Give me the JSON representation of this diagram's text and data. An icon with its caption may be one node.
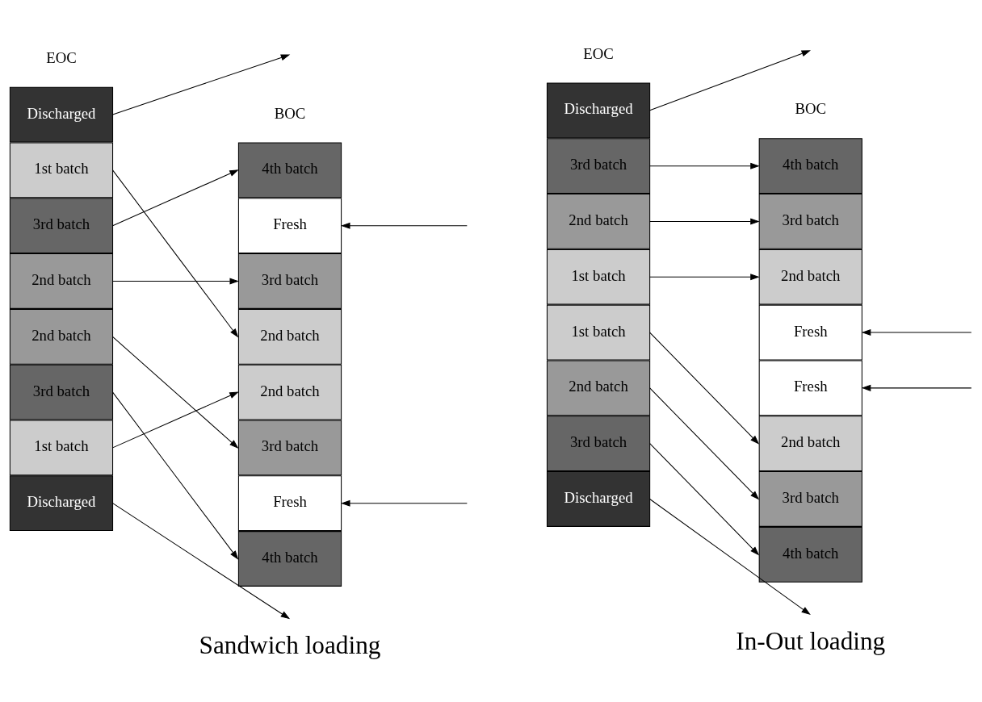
{
  "diagram": {
    "nodes": [
      {
        "text": [
          "Discharged"
        ]
      },
      {
        "text": [
          "1st batch"
        ]
      },
      {
        "text": [
          "3rd batch"
        ]
      },
      {
        "text": [
          "2nd batch"
        ]
      },
      {
        "text": [
          "2nd batch"
        ]
      },
      {
        "text": [
          "3rd batch"
        ]
      },
      {
        "text": [
          "1st batch"
        ]
      },
      {
        "text": [
          "Discharged"
        ]
      },
      {
        "text": [
          "4th batch"
        ]
      },
      {
        "text": [
          "Fresh"
        ]
      },
      {
        "text": [
          "3rd batch"
        ]
      },
      {
        "text": [
          "2nd batch"
        ]
      },
      {
        "text": [
          "2nd batch"
        ]
      },
      {
        "text": [
          "3rd batch"
        ]
      },
      {
        "text": [
          "Fresh"
        ]
      },
      {
        "text": [
          "4th batch"
        ]
      },
      {
        "text": [
          "Discharged"
        ]
      },
      {
        "text": [
          "3rd batch"
        ]
      },
      {
        "text": [
          "2nd batch"
        ]
      },
      {
        "text": [
          "1st batch"
        ]
      },
      {
        "text": [
          "1st batch"
        ]
      },
      {
        "text": [
          "2nd batch"
        ]
      },
      {
        "text": [
          "3rd batch"
        ]
      },
      {
        "text": [
          "Discharged"
        ]
      },
      {
        "text": [
          "4th batch"
        ]
      },
      {
        "text": [
          "3rd batch"
        ]
      },
      {
        "text": [
          "2nd batch"
        ]
      },
      {
        "text": [
          "Fresh"
        ]
      },
      {
        "text": [
          "Fresh"
        ]
      },
      {
        "text": [
          "2nd batch"
        ]
      },
      {
        "text": [
          "3rd batch"
        ]
      },
      {
        "text": [
          "4th batch"
        ]
      }
    ],
    "edges": [
      {
        "from": 0,
        "to": null,
        "arrow": "to"
      },
      {
        "from": 1,
        "to": 11,
        "arrow": "to"
      },
      {
        "from": 2,
        "to": 8,
        "arrow": "to"
      },
      {
        "from": 3,
        "to": 10,
        "arrow": "to"
      },
      {
        "from": 4,
        "to": 13,
        "arrow": "to"
      },
      {
        "from": 5,
        "to": 15,
        "arrow": "to"
      },
      {
        "from": 6,
        "to": 12,
        "arrow": "to"
      },
      {
        "from": 7,
        "to": null,
        "arrow": "to"
      },
      {
        "from": null,
        "to": 9,
        "arrow": "to"
      },
      {
        "from": null,
        "to": 14,
        "arrow": "to"
      },
      {
        "from": 16,
        "to": null,
        "arrow": "to"
      },
      {
        "from": 17,
        "to": 24,
        "arrow": "to"
      },
      {
        "from": 18,
        "to": 25,
        "arrow": "to"
      },
      {
        "from": 19,
        "to": 26,
        "arrow": "to"
      },
      {
        "from": 20,
        "to": 29,
        "arrow": "to"
      },
      {
        "from": 21,
        "to": 30,
        "arrow": "to"
      },
      {
        "from": 22,
        "to": 31,
        "arrow": "to"
      },
      {
        "from": 23,
        "to": null,
        "arrow": "to"
      },
      {
        "from": null,
        "to": 27,
        "arrow": "to"
      },
      {
        "from": null,
        "to": 28,
        "arrow": "to"
      }
    ],
    "labels": [
      "EOC",
      "BOC",
      "EOC",
      "BOC",
      "Sandwich loading",
      "In-Out loading"
    ]
  }
}
